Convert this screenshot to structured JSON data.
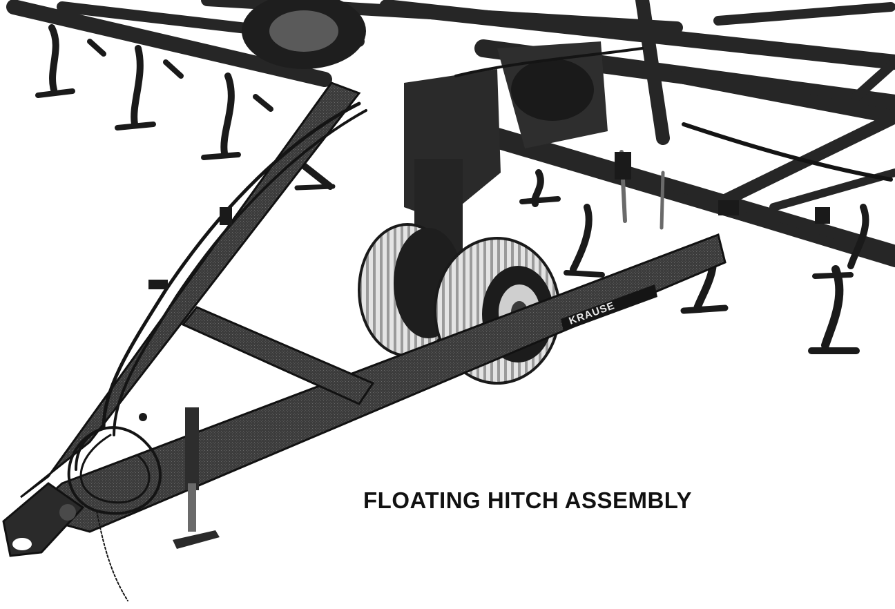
{
  "document": {
    "caption": "FLOATING HITCH ASSEMBLY",
    "decal_brand": "KRAUSE"
  },
  "colors": {
    "ink": "#111111",
    "frame": "#3a3a3a",
    "frame_dark": "#1c1c1c",
    "tire": "#dcdcdc",
    "background": "#ffffff"
  },
  "icons": {
    "illustration": "photo-of-tillage-implement-hitch"
  }
}
